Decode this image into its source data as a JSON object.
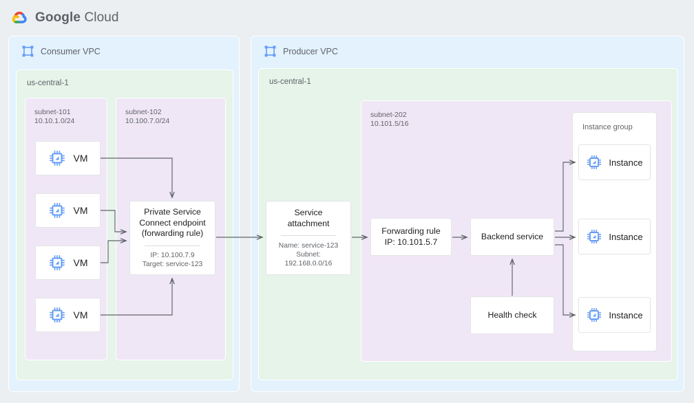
{
  "brand": {
    "name_bold": "Google",
    "name_light": "Cloud",
    "logo_icon": "google-cloud-logo"
  },
  "colors": {
    "page_bg": "#eceff1",
    "vpc_bg": "#e3f2fd",
    "region_bg": "#e6f4ea",
    "subnet_bg": "#f0e7f6",
    "node_bg": "#ffffff",
    "wire": "#5f6368",
    "text_primary": "#202124",
    "text_secondary": "#5f6368",
    "icon_blue": "#669df6"
  },
  "consumer": {
    "vpc_label": "Consumer VPC",
    "vpc_icon": "vpc-icon",
    "region_label": "us-central-1",
    "subnet_101": {
      "name": "subnet-101",
      "cidr": "10.10.1.0/24"
    },
    "subnet_102": {
      "name": "subnet-102",
      "cidr": "10.100.7.0/24"
    },
    "vms": [
      {
        "label": "VM",
        "icon": "vm-chip-icon"
      },
      {
        "label": "VM",
        "icon": "vm-chip-icon"
      },
      {
        "label": "VM",
        "icon": "vm-chip-icon"
      },
      {
        "label": "VM",
        "icon": "vm-chip-icon"
      }
    ],
    "psc_endpoint": {
      "title": "Private Service\nConnect endpoint\n(forwarding rule)",
      "details": "IP: 10.100.7.9\nTarget: service-123"
    }
  },
  "producer": {
    "vpc_label": "Producer VPC",
    "vpc_icon": "vpc-icon",
    "region_label": "us-central-1",
    "subnet_202": {
      "name": "subnet-202",
      "cidr": "10.101.5/16"
    },
    "service_attachment": {
      "title": "Service attachment",
      "details": "Name: service-123\nSubnet:\n192.168.0.0/16"
    },
    "forwarding_rule": {
      "label": "Forwarding rule\nIP: 10.101.5.7"
    },
    "backend_service": {
      "label": "Backend service"
    },
    "health_check": {
      "label": "Health check"
    },
    "instance_group": {
      "title": "Instance group",
      "instances": [
        {
          "label": "Instance",
          "icon": "vm-chip-icon"
        },
        {
          "label": "Instance",
          "icon": "vm-chip-icon"
        },
        {
          "label": "Instance",
          "icon": "vm-chip-icon"
        }
      ]
    }
  }
}
